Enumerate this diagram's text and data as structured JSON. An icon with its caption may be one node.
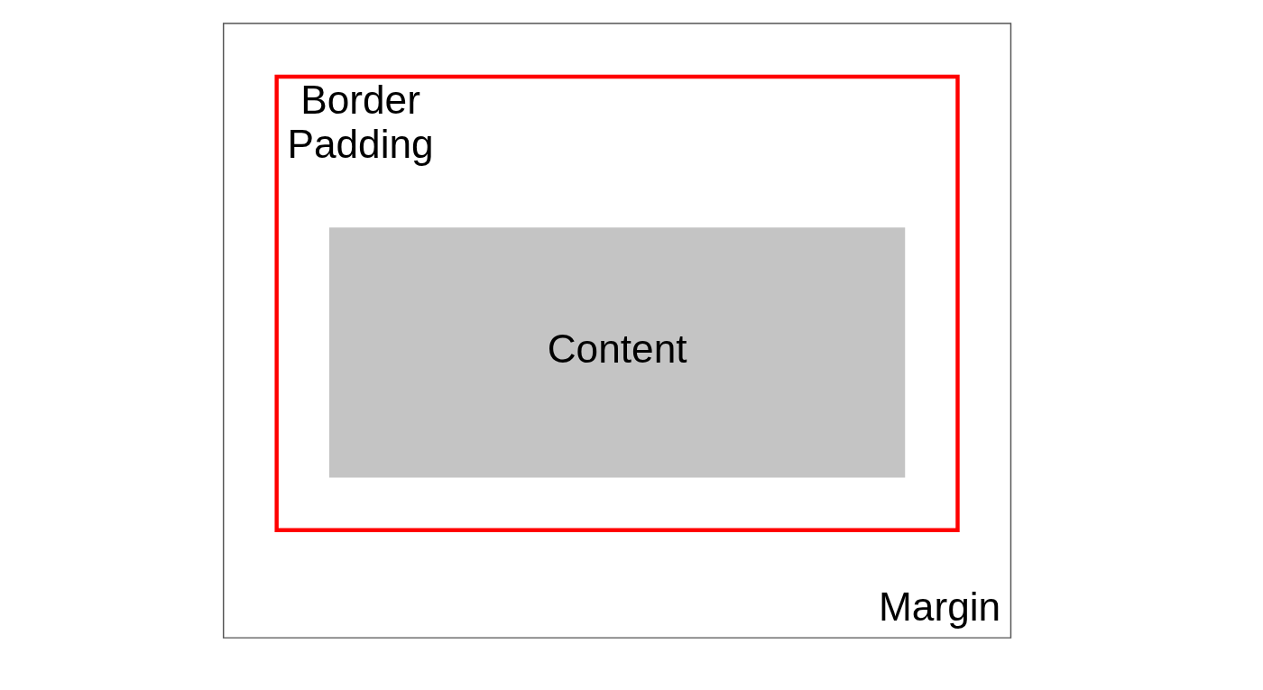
{
  "diagram": {
    "nodes": [
      {
        "text": [
          "Margin"
        ]
      },
      {
        "text": [
          "Border",
          "Padding"
        ],
        "in": 0
      },
      {
        "text": [
          "Content"
        ],
        "in": 1
      }
    ]
  }
}
